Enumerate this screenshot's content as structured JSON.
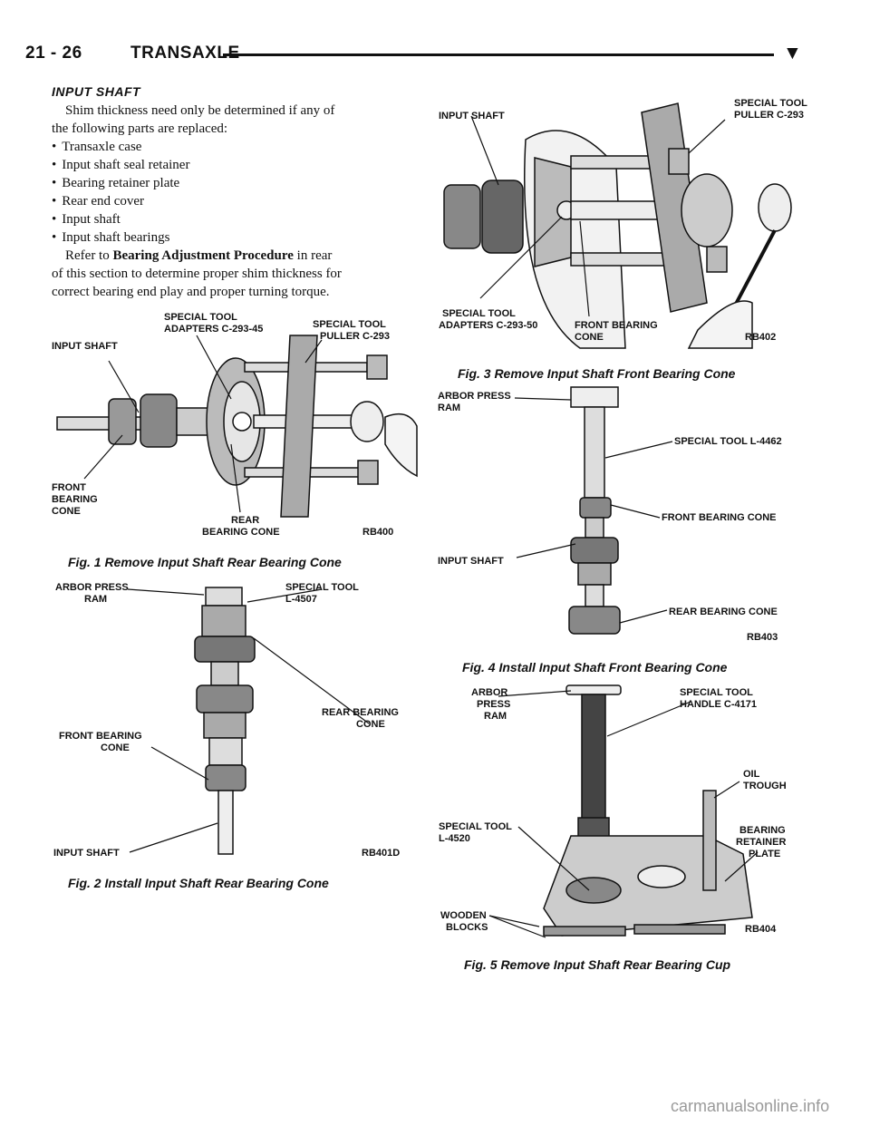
{
  "header": {
    "page": "21 - 26",
    "section": "TRANSAXLE",
    "mark": "▼"
  },
  "article": {
    "heading": "INPUT SHAFT",
    "intro_line1": "Shim thickness need only be determined if any of",
    "intro_line2": "the following parts are replaced:",
    "bullets": [
      "Transaxle case",
      "Input shaft seal retainer",
      "Bearing retainer plate",
      "Rear end cover",
      "Input shaft",
      "Input shaft bearings"
    ],
    "refer_prefix": "Refer to",
    "refer_bold": "Bearing Adjustment Procedure",
    "refer_suffix": "in rear",
    "refer_line2": "of this section to determine proper shim thickness for",
    "refer_line3": "correct bearing end play and proper turning torque."
  },
  "figures": {
    "fig1": {
      "caption": "Fig. 1 Remove Input Shaft Rear Bearing Cone",
      "code": "RB400",
      "labels": {
        "input_shaft": "INPUT SHAFT",
        "adapters_1": "SPECIAL TOOL",
        "adapters_2": "ADAPTERS C-293-45",
        "puller_1": "SPECIAL TOOL",
        "puller_2": "PULLER C-293",
        "front_1": "FRONT",
        "front_2": "BEARING",
        "front_3": "CONE",
        "rear_1": "REAR",
        "rear_2": "BEARING CONE"
      }
    },
    "fig2": {
      "caption": "Fig. 2 Install Input Shaft Rear Bearing Cone",
      "code": "RB401D",
      "labels": {
        "ram_1": "ARBOR PRESS",
        "ram_2": "RAM",
        "tool_1": "SPECIAL TOOL",
        "tool_2": "L-4507",
        "rear_1": "REAR BEARING",
        "rear_2": "CONE",
        "front_1": "FRONT BEARING",
        "front_2": "CONE",
        "input_shaft": "INPUT SHAFT"
      }
    },
    "fig3": {
      "caption": "Fig. 3 Remove Input Shaft Front Bearing Cone",
      "code": "RB402",
      "labels": {
        "input_shaft": "INPUT SHAFT",
        "puller_1": "SPECIAL TOOL",
        "puller_2": "PULLER C-293",
        "adapters_1": "SPECIAL TOOL",
        "adapters_2": "ADAPTERS C-293-50",
        "front_1": "FRONT BEARING",
        "front_2": "CONE"
      }
    },
    "fig4": {
      "caption": "Fig. 4 Install Input Shaft Front Bearing Cone",
      "code": "RB403",
      "labels": {
        "ram_1": "ARBOR PRESS",
        "ram_2": "RAM",
        "tool": "SPECIAL TOOL L-4462",
        "front": "FRONT BEARING CONE",
        "input_shaft": "INPUT SHAFT",
        "rear": "REAR BEARING CONE"
      }
    },
    "fig5": {
      "caption": "Fig. 5 Remove Input Shaft Rear Bearing Cup",
      "code": "RB404",
      "labels": {
        "ram_1": "ARBOR",
        "ram_2": "PRESS",
        "ram_3": "RAM",
        "handle_1": "SPECIAL TOOL",
        "handle_2": "HANDLE C-4171",
        "oil_1": "OIL",
        "oil_2": "TROUGH",
        "plate_1": "BEARING",
        "plate_2": "RETAINER",
        "plate_3": "PLATE",
        "tool_1": "SPECIAL TOOL",
        "tool_2": "L-4520",
        "blocks_1": "WOODEN",
        "blocks_2": "BLOCKS"
      }
    }
  },
  "watermark": "carmanualsonline.info"
}
